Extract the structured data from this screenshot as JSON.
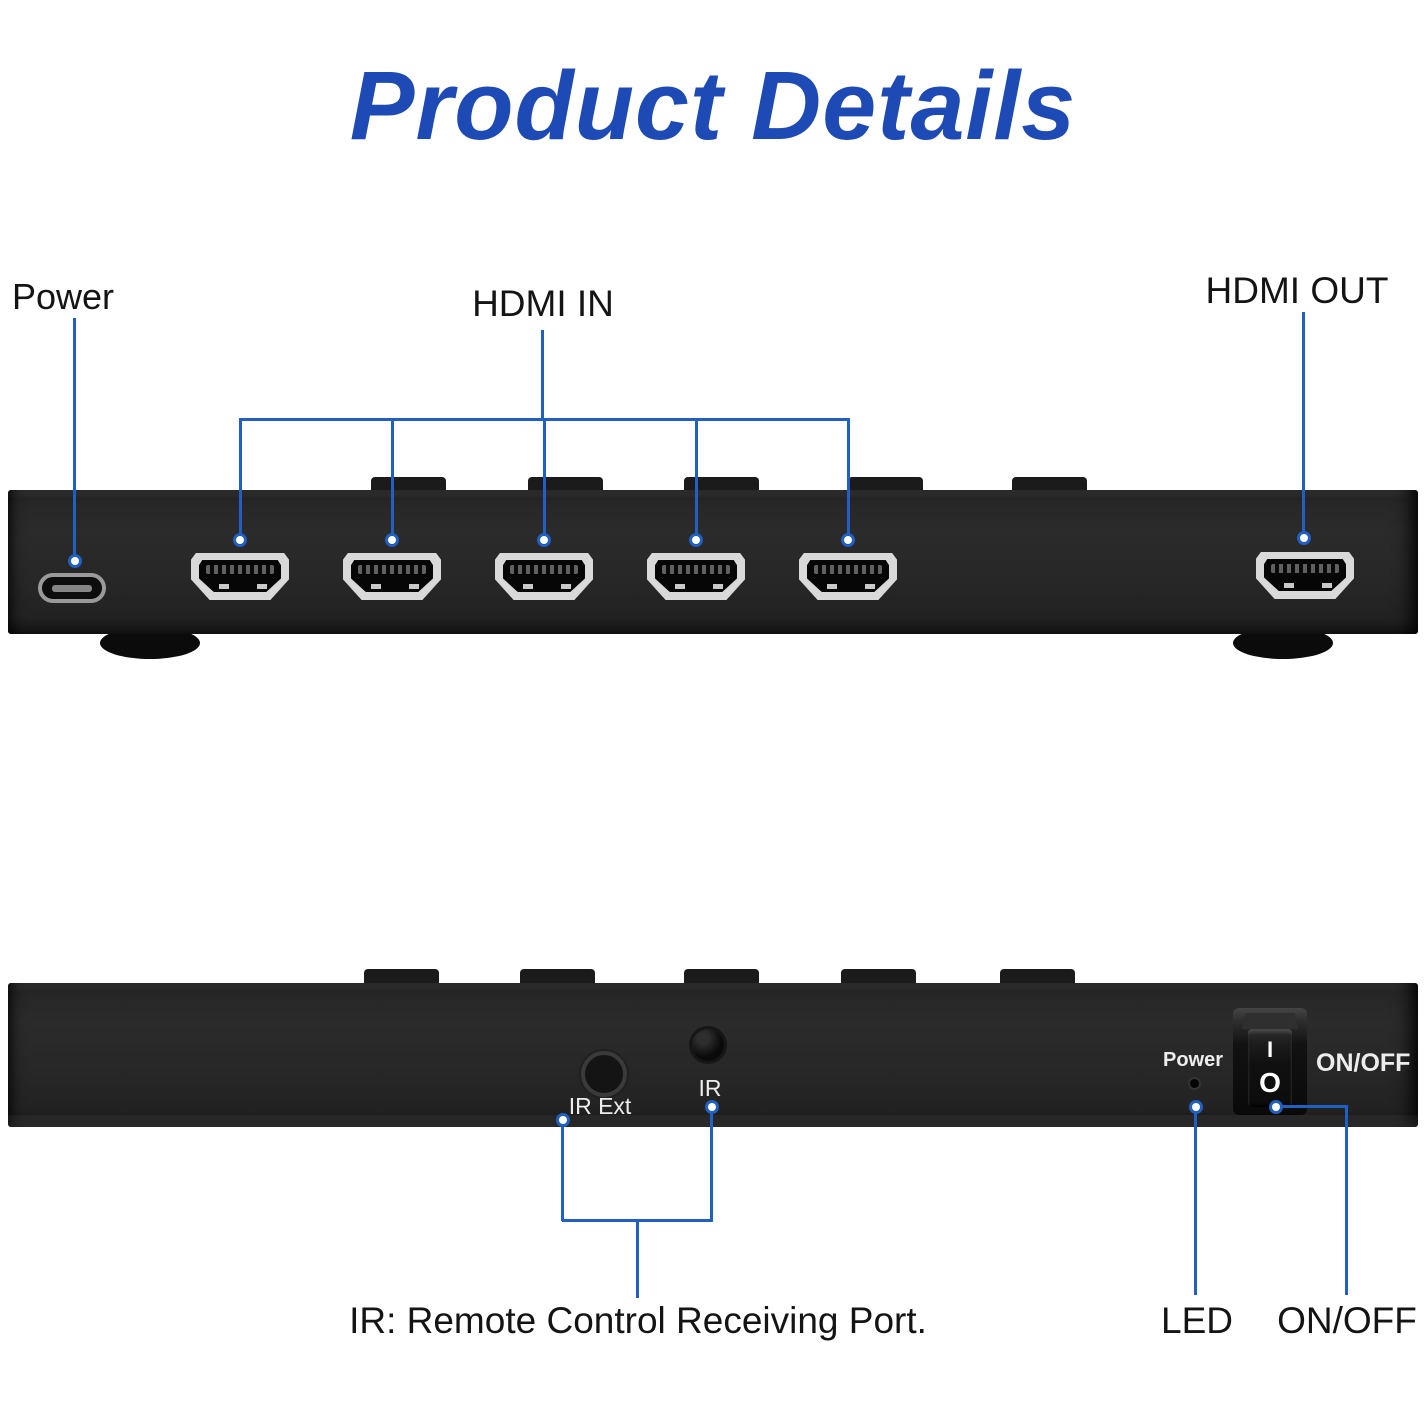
{
  "title": "Product Details",
  "colors": {
    "title_blue": "#1d4ab4",
    "leader_blue": "#2160c2",
    "panel_black": "#272727",
    "port_silver": "#d9d9d9",
    "text_black": "#141414",
    "text_white": "#ededed"
  },
  "rear_view": {
    "power_label": "Power",
    "hdmi_in_label": "HDMI IN",
    "hdmi_out_label": "HDMI OUT",
    "hdmi_in_port_count": 5,
    "hdmi_out_port_count": 1
  },
  "front_view": {
    "ir_ext_label": "IR Ext",
    "ir_label": "IR",
    "power_label": "Power",
    "on_off_label": "ON/OFF",
    "switch_on_symbol": "I",
    "switch_off_symbol": "O"
  },
  "captions": {
    "ir_note": "IR: Remote Control Receiving Port.",
    "led": "LED",
    "on_off": "ON/OFF"
  }
}
